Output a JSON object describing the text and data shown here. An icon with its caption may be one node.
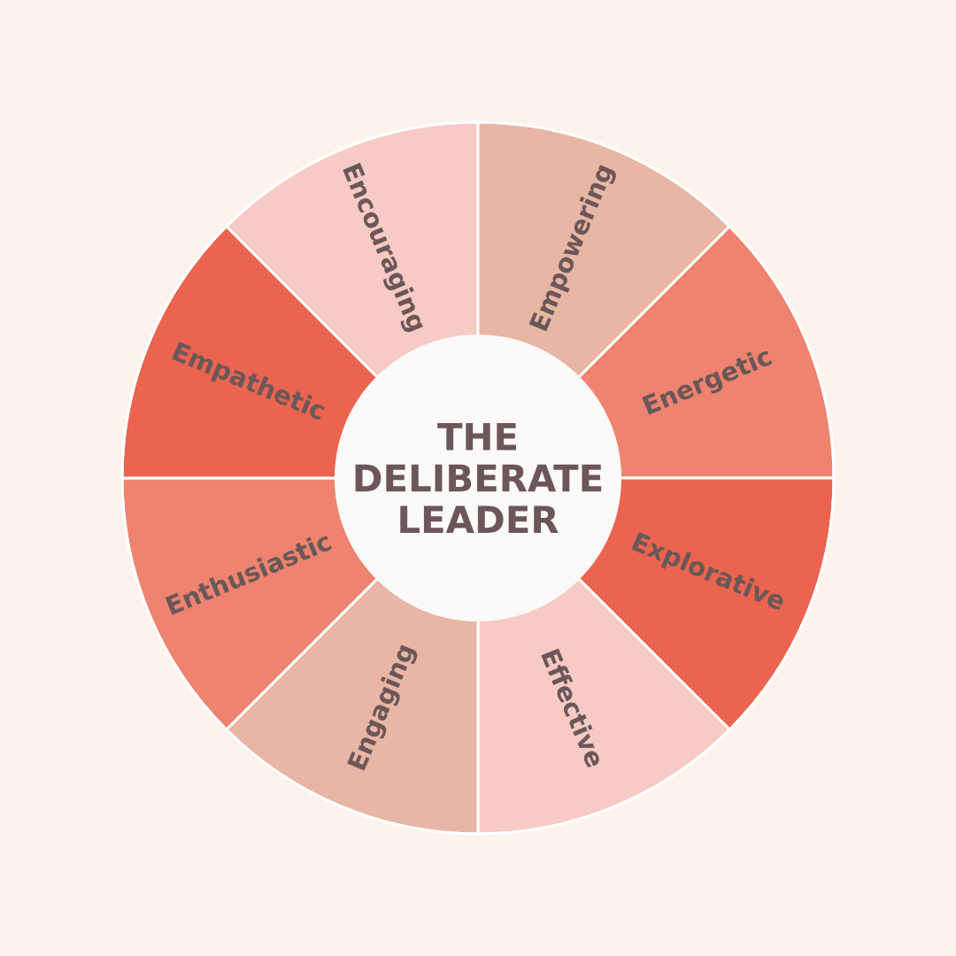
{
  "diagram": {
    "nodes": [
      {
        "text": [
          "THE DELIBERATE LEADER"
        ]
      },
      {
        "text": [
          "Encouraging"
        ]
      },
      {
        "text": [
          "Empowering"
        ]
      },
      {
        "text": [
          "Energetic"
        ]
      },
      {
        "text": [
          "Explorative"
        ]
      },
      {
        "text": [
          "Effective"
        ]
      },
      {
        "text": [
          "Engaging"
        ]
      },
      {
        "text": [
          "Enthusiastic"
        ]
      },
      {
        "text": [
          "Empathetic"
        ]
      }
    ]
  }
}
